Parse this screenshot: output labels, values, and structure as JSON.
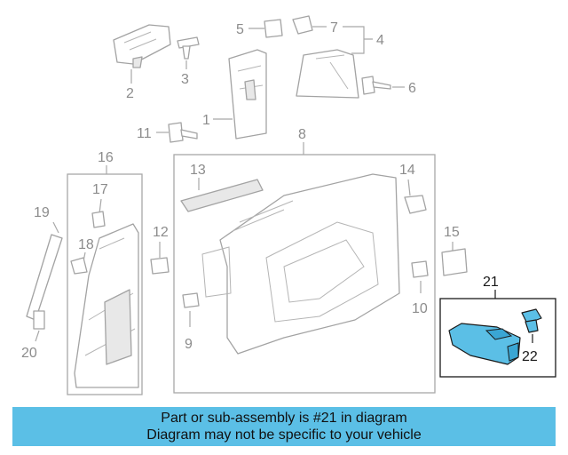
{
  "callouts": {
    "c1": "1",
    "c2": "2",
    "c3": "3",
    "c4": "4",
    "c5": "5",
    "c6": "6",
    "c7": "7",
    "c8": "8",
    "c9": "9",
    "c10": "10",
    "c11": "11",
    "c12": "12",
    "c13": "13",
    "c14": "14",
    "c15": "15",
    "c16": "16",
    "c17": "17",
    "c18": "18",
    "c19": "19",
    "c20": "20",
    "c21": "21",
    "c22": "22"
  },
  "highlighted_parts": [
    "21",
    "22"
  ],
  "colors": {
    "highlight": "#5bbfe6",
    "parts": "#a3a3a3",
    "labels": "#8c8c8c"
  },
  "banner": {
    "line1": "Part or sub-assembly is #21 in diagram",
    "line2": "Diagram may not be specific to your vehicle"
  }
}
